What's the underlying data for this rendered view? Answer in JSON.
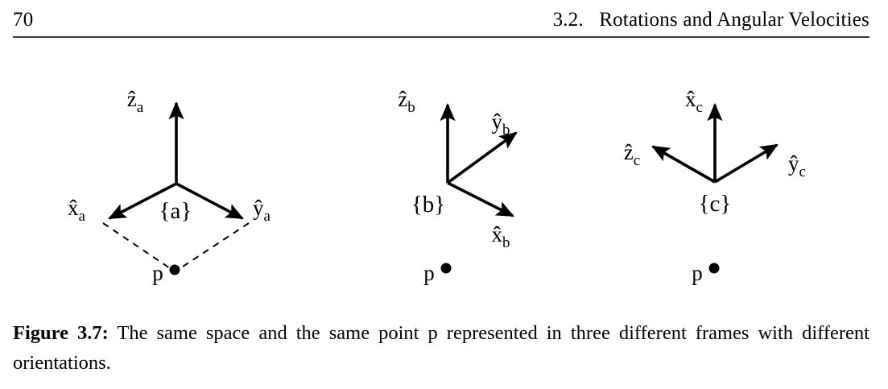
{
  "header": {
    "folio": "70",
    "running_title": "3.2.   Rotations and Angular Velocities",
    "rule_color": "#3a3a3a"
  },
  "caption": {
    "label": "Figure 3.7:",
    "text": "  The same space and the same point p represented in three different frames with different orientations."
  },
  "figure": {
    "stroke_color": "#000000",
    "frames": [
      {
        "name": "frame-a",
        "frame_label": "{a}",
        "point_label": "p",
        "has_projection_lines": true,
        "axes": [
          {
            "name": "z-axis",
            "label": "ẑ",
            "subscript": "a",
            "direction": "up"
          },
          {
            "name": "x-axis",
            "label": "x̂",
            "subscript": "a",
            "direction": "down-left"
          },
          {
            "name": "y-axis",
            "label": "ŷ",
            "subscript": "a",
            "direction": "down-right"
          }
        ]
      },
      {
        "name": "frame-b",
        "frame_label": "{b}",
        "point_label": "p",
        "has_projection_lines": false,
        "axes": [
          {
            "name": "z-axis",
            "label": "ẑ",
            "subscript": "b",
            "direction": "up"
          },
          {
            "name": "y-axis",
            "label": "ŷ",
            "subscript": "b",
            "direction": "up-right"
          },
          {
            "name": "x-axis",
            "label": "x̂",
            "subscript": "b",
            "direction": "down-right"
          }
        ]
      },
      {
        "name": "frame-c",
        "frame_label": "{c}",
        "point_label": "p",
        "has_projection_lines": false,
        "axes": [
          {
            "name": "x-axis",
            "label": "x̂",
            "subscript": "c",
            "direction": "up"
          },
          {
            "name": "z-axis",
            "label": "ẑ",
            "subscript": "c",
            "direction": "up-left"
          },
          {
            "name": "y-axis",
            "label": "ŷ",
            "subscript": "c",
            "direction": "up-right"
          }
        ]
      }
    ]
  }
}
